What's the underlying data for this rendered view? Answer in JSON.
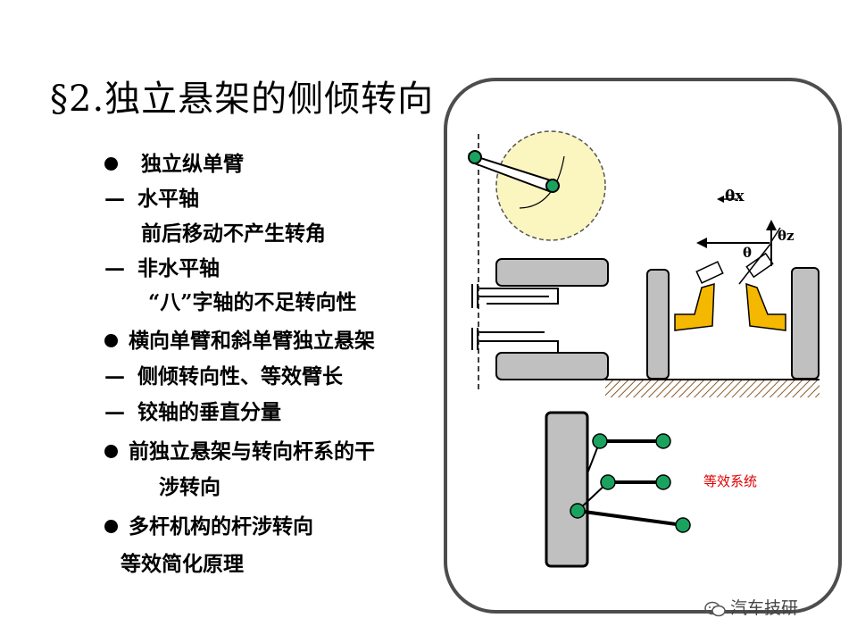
{
  "title": "§2.独立悬架的侧倾转向",
  "bullets": [
    {
      "type": "dot",
      "text": "独立纵单臂"
    },
    {
      "type": "dash",
      "text": "水平轴"
    },
    {
      "type": "plain",
      "text": "前后移动不产生转角"
    },
    {
      "type": "dash",
      "text": "非水平轴"
    },
    {
      "type": "plain",
      "text": "“八”字轴的不足转向性"
    },
    {
      "type": "dot",
      "text": "横向单臂和斜单臂独立悬架"
    },
    {
      "type": "dash",
      "text": "侧倾转向性、等效臂长"
    },
    {
      "type": "dash",
      "text": "铰轴的垂直分量"
    },
    {
      "type": "dot",
      "text": "前独立悬架与转向杆系的干"
    },
    {
      "type": "plain",
      "text": "涉转向"
    },
    {
      "type": "dot",
      "text": "多杆机构的杆涉转向"
    },
    {
      "type": "plain",
      "text": "等效简化原理"
    }
  ],
  "figure": {
    "theta_x": "θx",
    "theta_z": "θz",
    "theta": "θ",
    "equiv_label": "等效系统"
  },
  "colors": {
    "node_fill": "#1aa35f",
    "wheel_fill": "#c0c0c0",
    "wheel_disc": "#fbf5bf",
    "arm_yellow": "#f5b800",
    "accent_red": "#e00000"
  },
  "watermark": "汽车技研"
}
